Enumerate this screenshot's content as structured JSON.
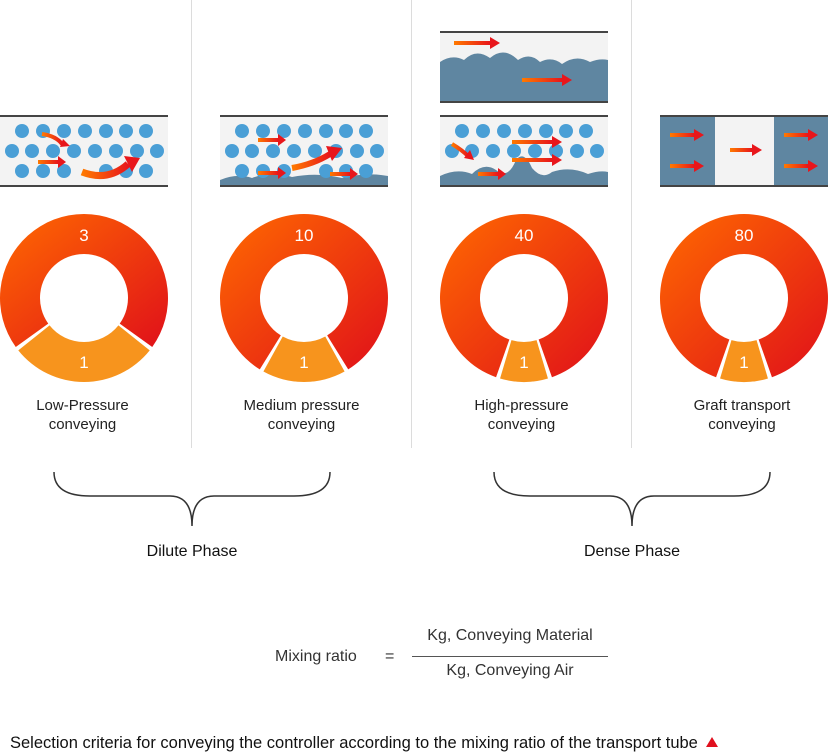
{
  "modes": [
    {
      "label_line1": "Low-Pressure",
      "label_line2": "conveying",
      "material_ratio": "3",
      "air_ratio": "1"
    },
    {
      "label_line1": "Medium pressure",
      "label_line2": "conveying",
      "material_ratio": "10",
      "air_ratio": "1"
    },
    {
      "label_line1": "High-pressure",
      "label_line2": "conveying",
      "material_ratio": "40",
      "air_ratio": "1"
    },
    {
      "label_line1": "Graft transport",
      "label_line2": "conveying",
      "material_ratio": "80",
      "air_ratio": "1"
    }
  ],
  "phases": {
    "dilute": "Dilute Phase",
    "dense": "Dense Phase"
  },
  "formula": {
    "label": "Mixing ratio",
    "equals": "=",
    "numerator": "Kg, Conveying Material",
    "denominator": "Kg, Conveying Air"
  },
  "caption": "Selection criteria for conveying the controller according to the mixing ratio of the transport tube",
  "colors": {
    "material_red": "#e8161b",
    "material_orange": "#ff6a00",
    "air_orange": "#f7941d",
    "particle_blue": "#4a9fd6",
    "plug_slate": "#5f86a1",
    "caption_triangle": "#e0101e"
  }
}
